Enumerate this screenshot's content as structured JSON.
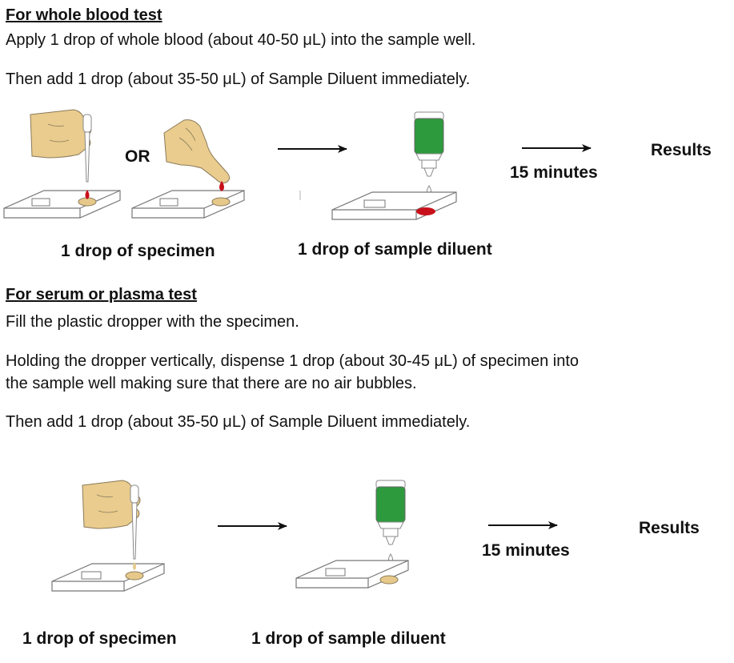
{
  "whole_blood": {
    "heading": "For whole blood test",
    "step1": "Apply 1 drop of whole blood (about 40-50 μL) into the sample well.",
    "step2": "Then add 1 drop (about 35-50 μL) of Sample Diluent immediately.",
    "or_label": "OR",
    "time_label": "15 minutes",
    "results_label": "Results",
    "specimen_caption": "1 drop of specimen",
    "diluent_caption": "1 drop of sample diluent"
  },
  "serum_plasma": {
    "heading": "For serum or plasma test",
    "step1": "Fill the plastic dropper with the specimen.",
    "step2_line1": "Holding the dropper vertically, dispense 1 drop (about 30-45 μL) of specimen into",
    "step2_line2": "the sample well making sure that there are no air bubbles.",
    "step3": "Then add 1 drop (about 35-50 μL) of Sample Diluent immediately.",
    "time_label": "15 minutes",
    "results_label": "Results",
    "specimen_caption": "1 drop of specimen",
    "diluent_caption": "1 drop of sample diluent"
  },
  "colors": {
    "hand": "#E9CC8E",
    "hand_outline": "#8A7A5A",
    "blood": "#C8101A",
    "bottle_green": "#2E9A3E",
    "sample_well": "#E6C98A",
    "serum_drop": "#E6C98A"
  }
}
